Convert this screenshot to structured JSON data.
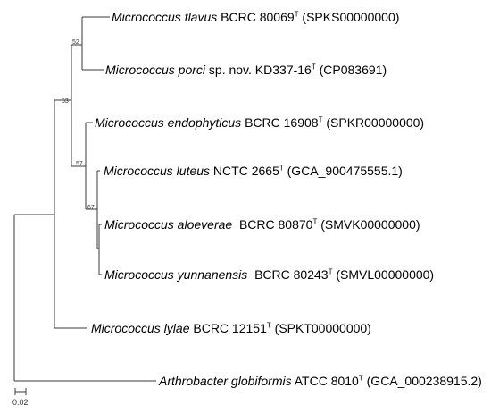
{
  "taxa": [
    {
      "species": "Micrococcus flavus",
      "middle": " BCRC 80069",
      "sup": "T",
      "accession": " (SPKS00000000)"
    },
    {
      "species": "Micrococcus porci",
      "middle": " sp. nov. KD337-16",
      "sup": "T",
      "accession": " (CP083691)"
    },
    {
      "species": "Micrococcus endophyticus",
      "middle": " BCRC 16908",
      "sup": "T",
      "accession": " (SPKR00000000)"
    },
    {
      "species": "Micrococcus luteus",
      "middle": " NCTC 2665",
      "sup": "T",
      "accession": " (GCA_900475555.1)"
    },
    {
      "species": "Micrococcus aloeverae",
      "middle": "  BCRC 80870",
      "sup": "T",
      "accession": " (SMVK00000000)"
    },
    {
      "species": "Micrococcus yunnanensis",
      "middle": "  BCRC 80243",
      "sup": "T",
      "accession": " (SMVL00000000)"
    },
    {
      "species": "Micrococcus lylae",
      "middle": " BCRC 12151",
      "sup": "T",
      "accession": " (SPKT00000000)"
    },
    {
      "species": "Arthrobacter globiformis",
      "middle": " ATCC 8010",
      "sup": "T",
      "accession": " (GCA_000238915.2)"
    }
  ],
  "bootstrap": {
    "flavus_porci": "52",
    "micrococcus_core": "53",
    "luteus_group": "57",
    "aloeverae_group": "67"
  },
  "scale_bar": {
    "label": "0.02"
  }
}
